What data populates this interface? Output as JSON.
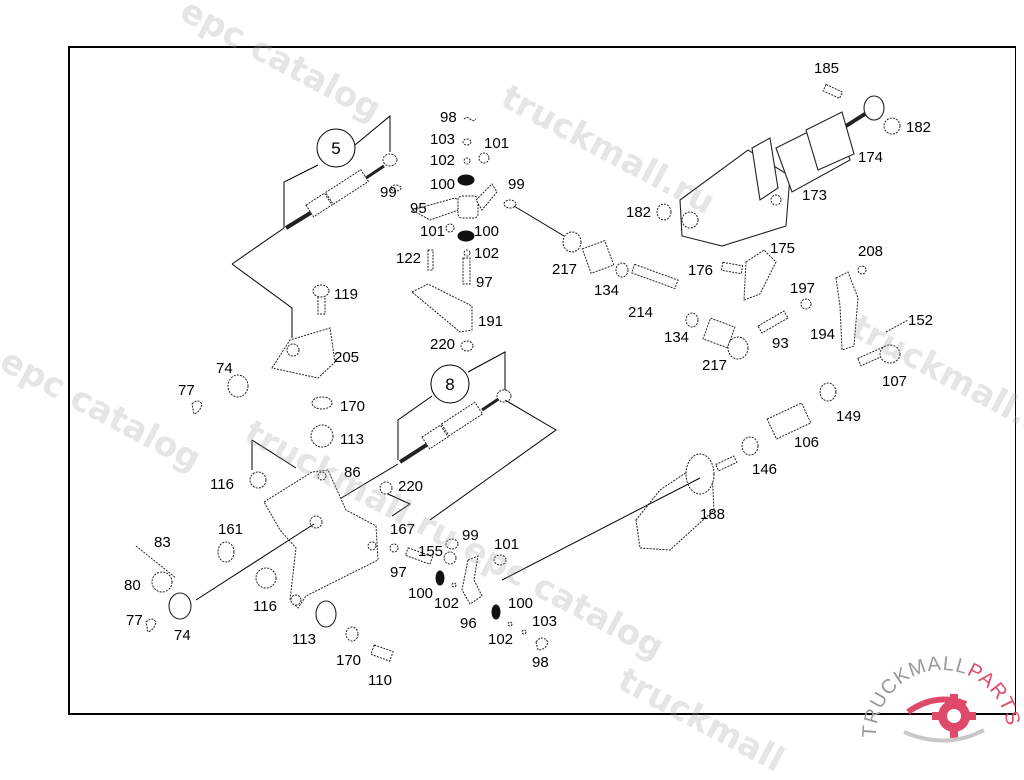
{
  "diagram": {
    "callouts": [
      {
        "id": "callout-5",
        "number": "5"
      },
      {
        "id": "callout-8",
        "number": "8"
      }
    ],
    "labels": [
      {
        "text": "185"
      },
      {
        "text": "182"
      },
      {
        "text": "174"
      },
      {
        "text": "173"
      },
      {
        "text": "182"
      },
      {
        "text": "98"
      },
      {
        "text": "103"
      },
      {
        "text": "101"
      },
      {
        "text": "102"
      },
      {
        "text": "100"
      },
      {
        "text": "99"
      },
      {
        "text": "99"
      },
      {
        "text": "95"
      },
      {
        "text": "101"
      },
      {
        "text": "100"
      },
      {
        "text": "102"
      },
      {
        "text": "122"
      },
      {
        "text": "97"
      },
      {
        "text": "191"
      },
      {
        "text": "220"
      },
      {
        "text": "119"
      },
      {
        "text": "205"
      },
      {
        "text": "74"
      },
      {
        "text": "77"
      },
      {
        "text": "170"
      },
      {
        "text": "113"
      },
      {
        "text": "116"
      },
      {
        "text": "86"
      },
      {
        "text": "220"
      },
      {
        "text": "217"
      },
      {
        "text": "134"
      },
      {
        "text": "214"
      },
      {
        "text": "134"
      },
      {
        "text": "217"
      },
      {
        "text": "93"
      },
      {
        "text": "176"
      },
      {
        "text": "175"
      },
      {
        "text": "197"
      },
      {
        "text": "208"
      },
      {
        "text": "194"
      },
      {
        "text": "152"
      },
      {
        "text": "107"
      },
      {
        "text": "149"
      },
      {
        "text": "106"
      },
      {
        "text": "146"
      },
      {
        "text": "188"
      },
      {
        "text": "83"
      },
      {
        "text": "161"
      },
      {
        "text": "80"
      },
      {
        "text": "77"
      },
      {
        "text": "74"
      },
      {
        "text": "116"
      },
      {
        "text": "113"
      },
      {
        "text": "170"
      },
      {
        "text": "110"
      },
      {
        "text": "167"
      },
      {
        "text": "155"
      },
      {
        "text": "97"
      },
      {
        "text": "99"
      },
      {
        "text": "101"
      },
      {
        "text": "100"
      },
      {
        "text": "102"
      },
      {
        "text": "96"
      },
      {
        "text": "100"
      },
      {
        "text": "103"
      },
      {
        "text": "102"
      },
      {
        "text": "98"
      }
    ]
  },
  "watermarks": {
    "epc": "epc catalog",
    "site": "truckmall.ru epc catalog",
    "site_short": "truckmall.ru",
    "truck": "truckmall"
  },
  "logo": {
    "brand_dark": "TRUCKMALL",
    "brand_accent": "PARTS",
    "accent_color": "#e04a6a",
    "dark_color": "#a8a8a8"
  }
}
